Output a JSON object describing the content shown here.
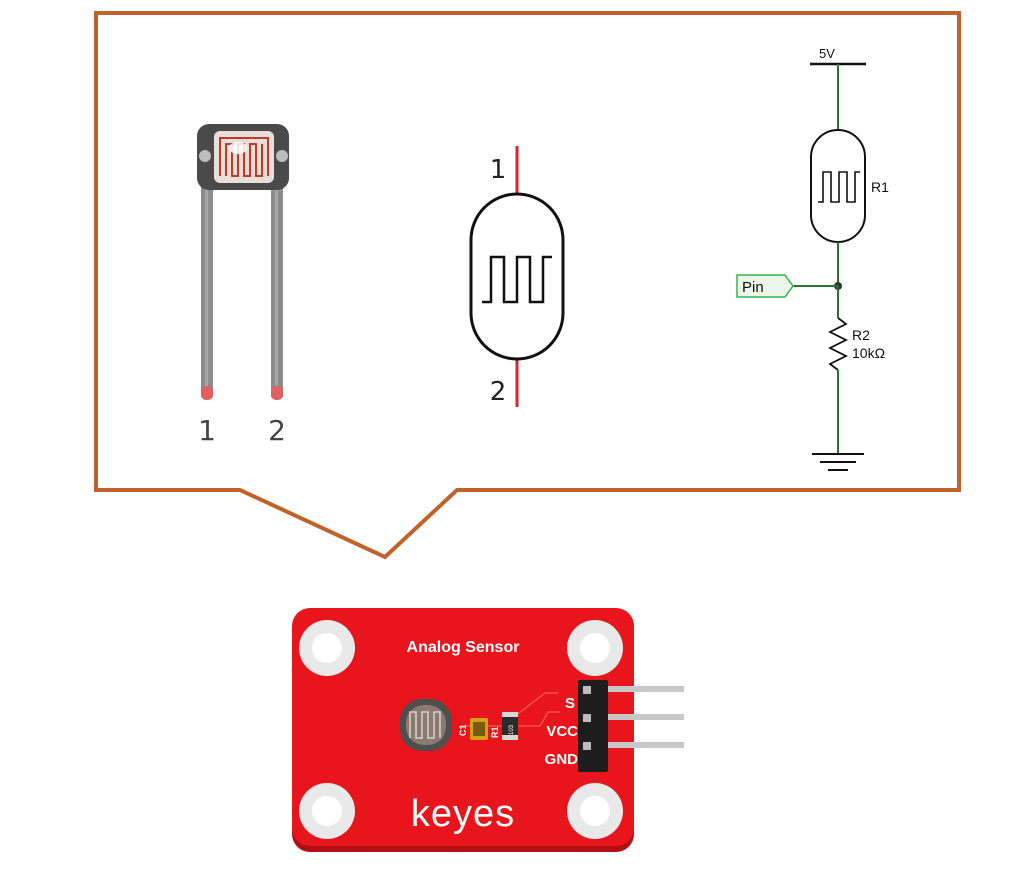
{
  "colors": {
    "callout_border": "#c0622a",
    "board_red": "#e8161c",
    "lead_red": "#d9232d",
    "wire_green": "#39b54a",
    "lead_gray": "#8c8c8c"
  },
  "component_image": {
    "lead_labels": [
      "1",
      "2"
    ]
  },
  "symbol": {
    "pin_top": "1",
    "pin_bottom": "2"
  },
  "schematic": {
    "supply_label": "5V",
    "ldr_ref": "R1",
    "pin_label": "Pin",
    "resistor_ref": "R2",
    "resistor_value": "10kΩ"
  },
  "board": {
    "title": "Analog Sensor",
    "brand": "keyes",
    "pins": [
      "S",
      "VCC",
      "GND"
    ],
    "part_c1": "C1",
    "part_r1": "R1",
    "resistor_code": "103"
  }
}
